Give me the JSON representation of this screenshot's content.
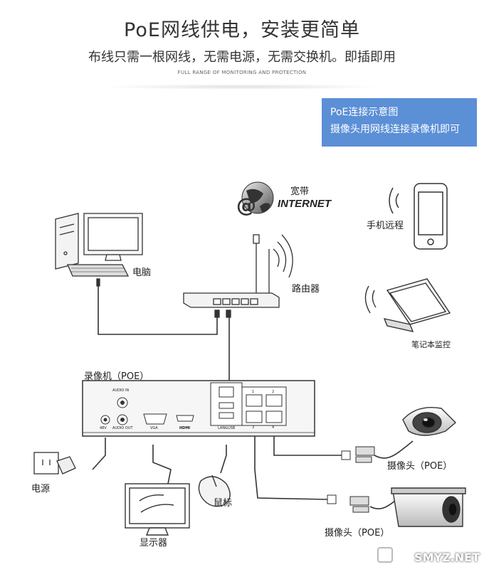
{
  "header": {
    "title": "PoE网线供电，安装更简单",
    "subtitle": "布线只需一根网线，无需电源，无需交换机。即插即用",
    "tagline": "FULL RANGE OF MONITORING AND PROTECTION"
  },
  "infobox": {
    "line1": "PoE连接示意图",
    "line2": "摄像头用网线连接录像机即可",
    "color": "#5b8fd6"
  },
  "labels": {
    "broadband": "宽带",
    "internet": "INTERNET",
    "computer": "电脑",
    "router": "路由器",
    "phone": "手机远程",
    "laptop": "笔记本监控",
    "nvr": "录像机（POE）",
    "power": "电源",
    "monitor": "显示器",
    "mouse": "鼠标",
    "camera1": "摄像头（POE）",
    "camera2": "摄像头（POE）"
  },
  "nvr_panel": {
    "audio_in": "AUDIO IN",
    "audio_out": "AUDIO OUT",
    "dc": "48V",
    "vga": "VGA",
    "hdmi": "HDMI",
    "lan_usb": "LAN&USB",
    "ports": [
      "1",
      "2",
      "3",
      "4"
    ]
  },
  "watermark": "SMYZ.NET"
}
